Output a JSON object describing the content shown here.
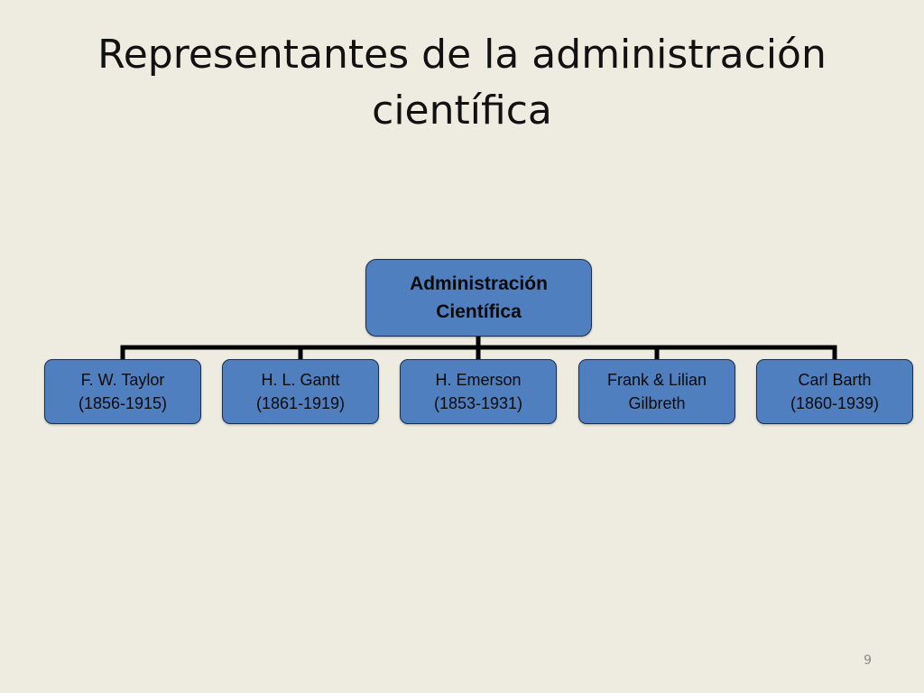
{
  "slide": {
    "title_lines": [
      "Representantes de la administración",
      "científica"
    ],
    "page_number": "9"
  },
  "diagram": {
    "root": {
      "lines": [
        "Administración",
        "Científica"
      ]
    },
    "children": [
      {
        "lines": [
          "F. W. Taylor",
          "(1856-1915)"
        ]
      },
      {
        "lines": [
          "H. L. Gantt",
          "(1861-1919)"
        ]
      },
      {
        "lines": [
          "H. Emerson",
          "(1853-1931)"
        ]
      },
      {
        "lines": [
          "Frank & Lilian",
          "Gilbreth"
        ]
      },
      {
        "lines": [
          "Carl Barth",
          "(1860-1939)"
        ]
      }
    ]
  },
  "colors": {
    "background": "#eeebe0",
    "node_fill": "#4f7fbf",
    "node_border": "#1b2f4c",
    "connector": "#000000"
  }
}
